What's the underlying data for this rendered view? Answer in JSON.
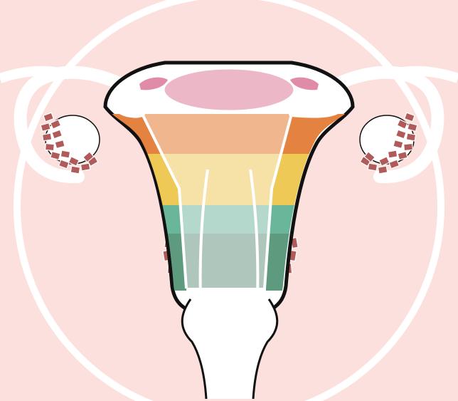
{
  "colors": {
    "background": "#fbe0dd",
    "outline": "#111111",
    "white": "#ffffff",
    "fundus_pink": "#ecb8c8",
    "tube_pink": "#e08ca8",
    "ovary_tissue": "#b05a5a",
    "band_orange": "#e4823f",
    "band_orange_light": "#f0b78f",
    "band_yellow": "#efc955",
    "band_yellow_light": "#f6e2a6",
    "band_green": "#69b69a",
    "band_green_light": "#b4d8cc",
    "band_darkgreen": "#5e9a7e",
    "band_darkgreen_light": "#aec6bc"
  },
  "bands": [
    {
      "name": "orange",
      "outer": "#e4823f",
      "inner": "#f0b78f"
    },
    {
      "name": "yellow",
      "outer": "#efc955",
      "inner": "#f6e2a6"
    },
    {
      "name": "green",
      "outer": "#69b69a",
      "inner": "#b4d8cc"
    },
    {
      "name": "dark-green",
      "outer": "#5e9a7e",
      "inner": "#aec6bc"
    }
  ],
  "icons": {
    "left_ovary": "ovary-icon",
    "right_ovary": "ovary-icon",
    "uterus": "uterus-icon"
  }
}
